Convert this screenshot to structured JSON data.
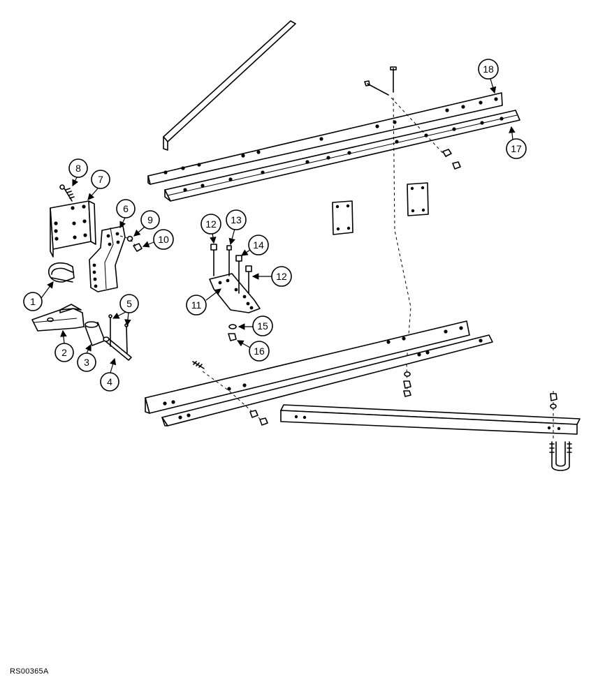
{
  "diagram": {
    "callouts": [
      "1",
      "2",
      "3",
      "4",
      "5",
      "6",
      "7",
      "8",
      "9",
      "10",
      "11",
      "12",
      "13",
      "14",
      "15",
      "16",
      "17",
      "18"
    ],
    "reference_code": "RS00365A"
  }
}
